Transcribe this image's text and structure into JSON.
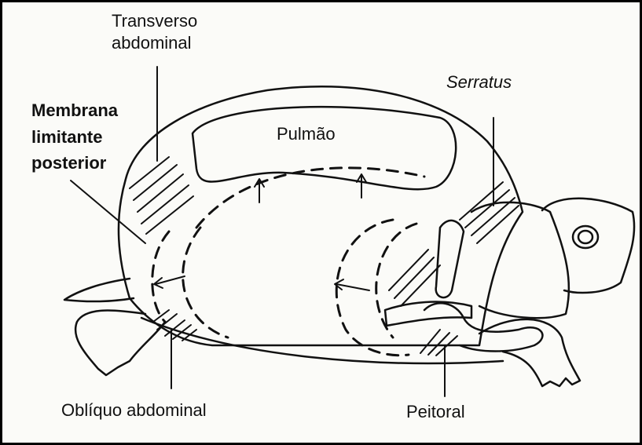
{
  "labels": {
    "transverso_1": "Transverso",
    "transverso_2": "abdominal",
    "membrana_1": "Membrana",
    "membrana_2": "limitante",
    "membrana_3": "posterior",
    "pulmao": "Pulmão",
    "serratus": "Serratus",
    "obliquo": "Oblíquo abdominal",
    "peitoral": "Peitoral"
  },
  "colors": {
    "ink": "#111111",
    "paper": "#fbfbf8",
    "frame": "#000000"
  }
}
